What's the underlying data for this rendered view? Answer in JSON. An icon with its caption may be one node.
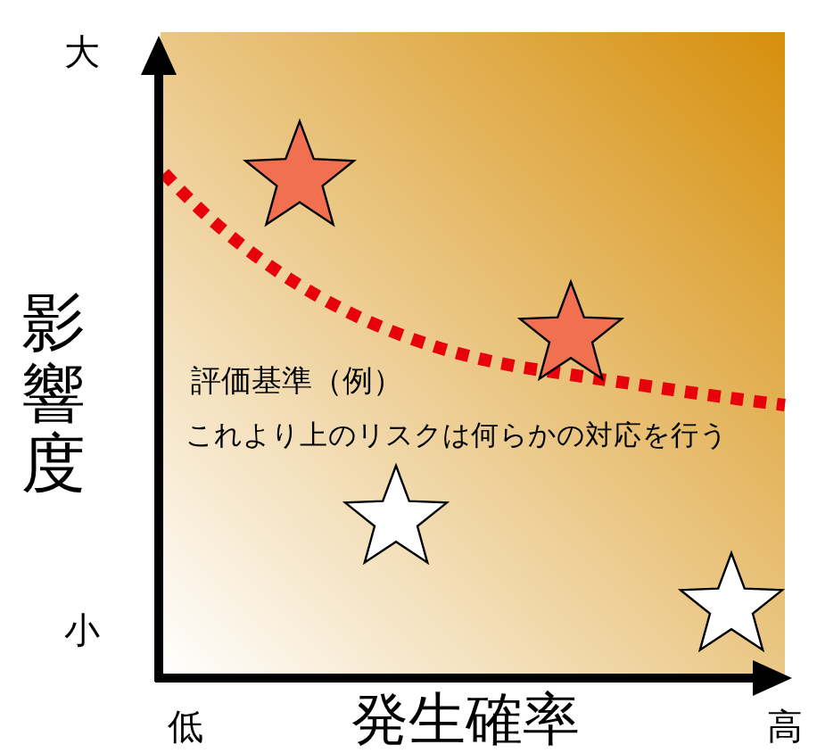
{
  "diagram": {
    "labels": [
      "大",
      "影響度",
      "小",
      "評価基準（例）",
      "これより上のリスクは何らかの対応を行う",
      "低",
      "発生確率",
      "高"
    ]
  }
}
